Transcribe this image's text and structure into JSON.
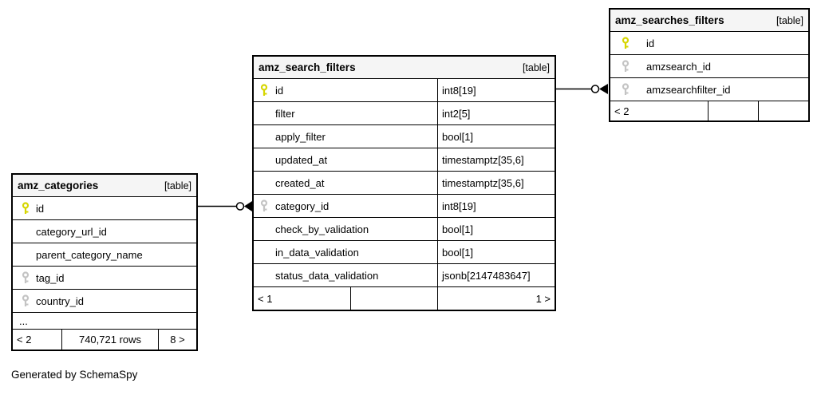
{
  "page": {
    "note": "Generated by SchemaSpy"
  },
  "colors": {
    "primary_key": "#d6d600",
    "foreign_key": "#c4c4c4",
    "header_bg": "#f5f5f5",
    "border": "#000000"
  },
  "icons": {
    "primary_key": "key-icon-yellow",
    "foreign_key": "key-icon-gray"
  },
  "tables": [
    {
      "name": "amz_categories",
      "badge": "[table]",
      "columns": [
        {
          "name": "id",
          "key": "primary"
        },
        {
          "name": "category_url_id",
          "key": "none"
        },
        {
          "name": "parent_category_name",
          "key": "none"
        },
        {
          "name": "tag_id",
          "key": "foreign"
        },
        {
          "name": "country_id",
          "key": "foreign"
        }
      ],
      "ellipsis": "...",
      "footer": {
        "left": "< 2",
        "center": "740,721 rows",
        "right": "8 >"
      }
    },
    {
      "name": "amz_search_filters",
      "badge": "[table]",
      "columns": [
        {
          "name": "id",
          "type": "int8[19]",
          "key": "primary"
        },
        {
          "name": "filter",
          "type": "int2[5]",
          "key": "none"
        },
        {
          "name": "apply_filter",
          "type": "bool[1]",
          "key": "none"
        },
        {
          "name": "updated_at",
          "type": "timestamptz[35,6]",
          "key": "none"
        },
        {
          "name": "created_at",
          "type": "timestamptz[35,6]",
          "key": "none"
        },
        {
          "name": "category_id",
          "type": "int8[19]",
          "key": "foreign"
        },
        {
          "name": "check_by_validation",
          "type": "bool[1]",
          "key": "none"
        },
        {
          "name": "in_data_validation",
          "type": "bool[1]",
          "key": "none"
        },
        {
          "name": "status_data_validation",
          "type": "jsonb[2147483647]",
          "key": "none"
        }
      ],
      "footer": {
        "left": "< 1",
        "center": "",
        "right": "1 >"
      }
    },
    {
      "name": "amz_searches_filters",
      "badge": "[table]",
      "columns": [
        {
          "name": "id",
          "key": "primary"
        },
        {
          "name": "amzsearch_id",
          "key": "foreign"
        },
        {
          "name": "amzsearchfilter_id",
          "key": "foreign"
        }
      ],
      "footer": {
        "left": "< 2",
        "center": "",
        "right": ""
      }
    }
  ],
  "relationships": [
    {
      "from": "amz_categories.id",
      "to": "amz_search_filters.category_id"
    },
    {
      "from": "amz_search_filters.id",
      "to": "amz_searches_filters.amzsearchfilter_id"
    }
  ]
}
